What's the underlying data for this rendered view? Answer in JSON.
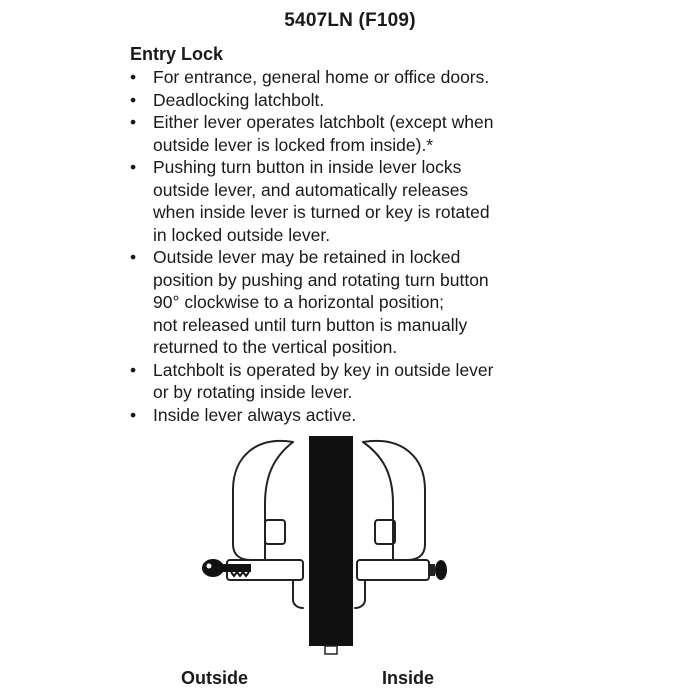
{
  "document": {
    "title": "5407LN (F109)",
    "heading": "Entry Lock",
    "bullet_char": "•",
    "bullets": [
      "For entrance, general home or office doors.",
      "Deadlocking latchbolt.",
      "Either lever operates latchbolt (except when\noutside lever is locked from inside).*",
      "Pushing turn button in inside lever locks\noutside lever, and automatically releases\nwhen inside lever is turned or key is rotated\nin locked outside lever.",
      "Outside lever may be retained in locked\nposition by pushing and rotating turn button\n90° clockwise to a horizontal position;\nnot released until turn button is manually\nreturned to the vertical position.",
      "Latchbolt is operated by key in outside lever\nor by rotating inside lever.",
      "Inside lever always active."
    ]
  },
  "figure": {
    "outside_label": "Outside",
    "inside_label": "Inside"
  }
}
